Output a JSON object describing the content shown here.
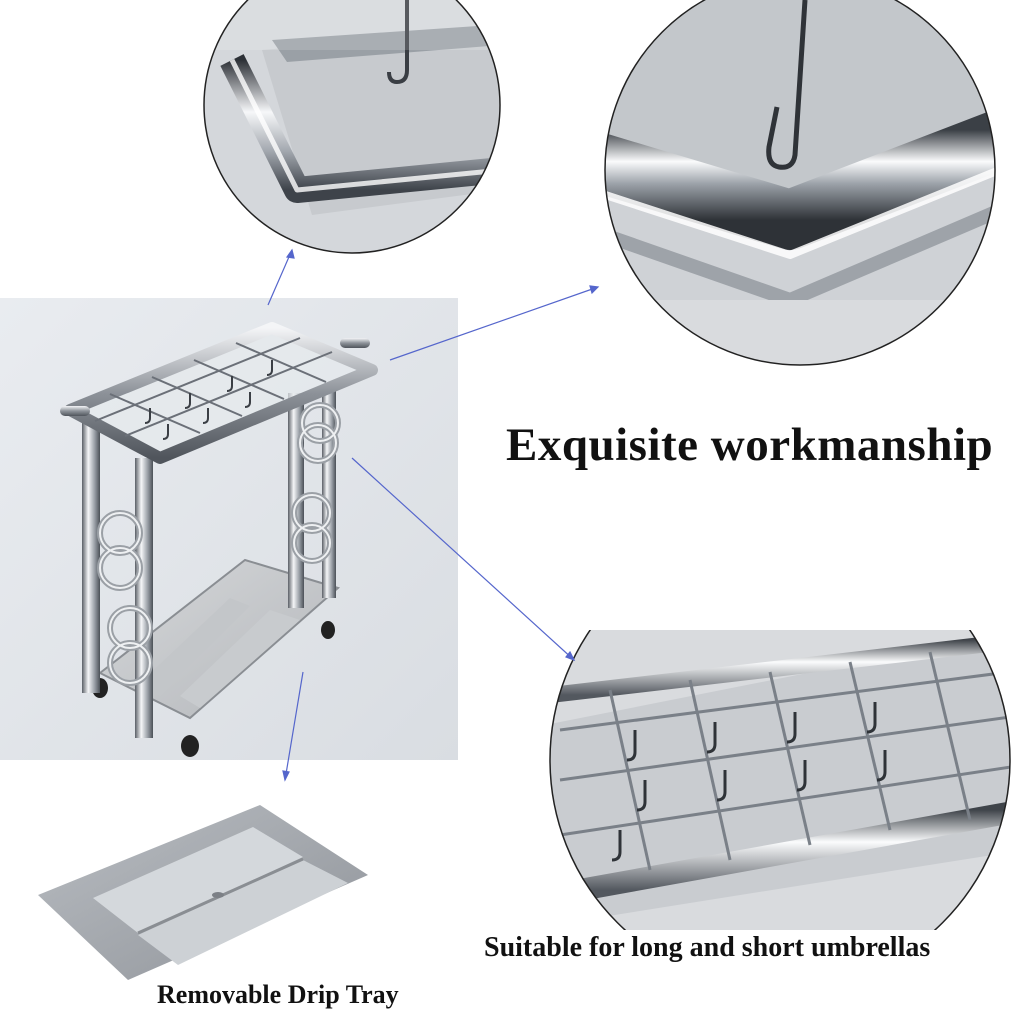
{
  "captions": {
    "headline": "Exquisite workmanship",
    "umbrellas": "Suitable for long and short umbrellas",
    "tray": "Removable Drip Tray"
  },
  "colors": {
    "background": "#ffffff",
    "steel_light": "#f2f3f5",
    "steel_mid": "#b8bcc2",
    "steel_dark": "#4a4e55",
    "tray_grey": "#9fa3a8",
    "pointer_line": "#5566cc"
  },
  "icons": {
    "main_photo": "stainless-umbrella-stand-photo",
    "detail_top_left": "frame-corner-closeup",
    "detail_top_right": "frame-corner-hook-closeup",
    "detail_bottom_right": "hook-grid-closeup",
    "tray": "drip-tray-photo"
  }
}
